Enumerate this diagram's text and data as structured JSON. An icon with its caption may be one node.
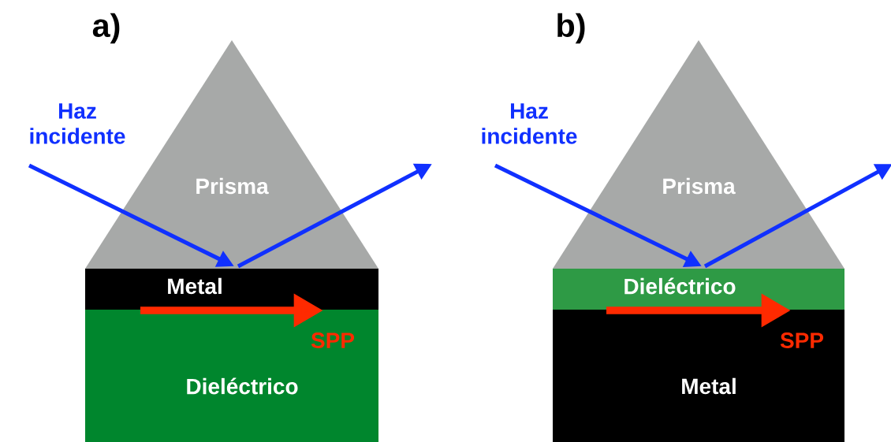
{
  "diagram": {
    "nodes": [
      {
        "text": [
          "Haz incidente"
        ]
      },
      {
        "text": [
          "Prisma"
        ]
      },
      {
        "text": [
          "Metal"
        ]
      },
      {
        "text": [
          "Dieléctrico"
        ]
      },
      {
        "text": [
          "Haz incidente"
        ]
      },
      {
        "text": [
          "Prisma"
        ]
      },
      {
        "text": [
          "Dieléctrico"
        ]
      },
      {
        "text": [
          "Metal"
        ]
      }
    ],
    "edges": [
      {
        "from": 0,
        "to": 1,
        "arrow": "to"
      },
      {
        "from": 1,
        "to": null,
        "arrow": "to"
      },
      {
        "from": 4,
        "to": 5,
        "arrow": "to"
      },
      {
        "from": 5,
        "to": null,
        "arrow": "to"
      }
    ],
    "labels": [
      "a)",
      "b)",
      "SPP",
      "SPP"
    ]
  }
}
